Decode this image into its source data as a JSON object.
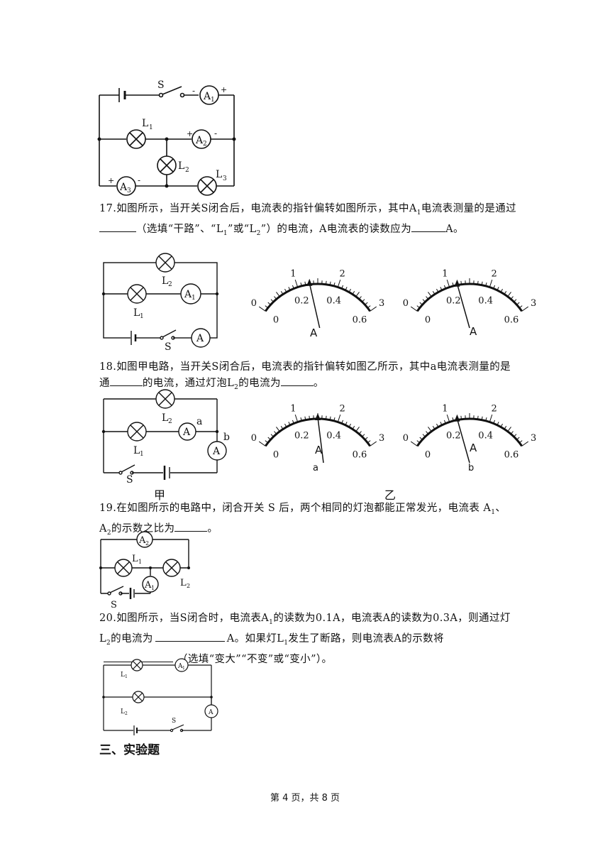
{
  "circuit_top": {
    "switch": "S",
    "a1": "A",
    "a1_sub": "1",
    "a2": "A",
    "a2_sub": "2",
    "a3": "A",
    "a3_sub": "3",
    "l1": "L",
    "l1_sub": "1",
    "l2": "L",
    "l2_sub": "2",
    "l3": "L",
    "l3_sub": "3",
    "plus": "+",
    "minus": "-"
  },
  "q17": {
    "number": "17.",
    "text_a": "如图所示，当开关S闭合后，电流表的指针偏转如图所示，其中A",
    "sub1": "1",
    "text_b": "电流表测量的是通过",
    "text_c": "（选填“干路”、“L",
    "sub2": "1",
    "text_d": "”或“L",
    "sub3": "2",
    "text_e": "”）的电流，A电流表的读数应为",
    "text_f": "A。",
    "circuit": {
      "l2": "L",
      "l2_sub": "2",
      "l1": "L",
      "l1_sub": "1",
      "a1": "A",
      "a1_sub": "1",
      "a": "A",
      "s": "S"
    }
  },
  "q18": {
    "number": "18.",
    "text_a": "如图甲电路，当开关S闭合后，电流表的指针偏转如图乙所示，其中a电流表测量的是通",
    "text_b": "的电流，通过灯泡L",
    "sub1": "2",
    "text_c": "的电流为",
    "text_d": "。",
    "circuit": {
      "l2": "L",
      "l2_sub": "2",
      "l1": "L",
      "l1_sub": "1",
      "a": "A",
      "label_a": "a",
      "label_b": "b",
      "s": "S"
    },
    "fig_jia": "甲",
    "fig_yi": "乙",
    "meter_a": "a",
    "meter_b": "b"
  },
  "meter": {
    "top": [
      "0",
      "1",
      "2",
      "3"
    ],
    "bottom": [
      "0",
      "0.2",
      "0.4",
      "0.6"
    ],
    "needle": "A"
  },
  "q19": {
    "number": "19.",
    "text_a": "在如图所示的电路中，闭合开关 S 后，两个相同的灯泡都能正常发光，电流表 A",
    "sub1": "1",
    "text_b": "、A",
    "sub2": "2",
    "text_c": "的示数之比为",
    "text_d": "。",
    "circuit": {
      "a2": "A",
      "a2_sub": "2",
      "l1": "L",
      "l1_sub": "1",
      "l2": "L",
      "l2_sub": "2",
      "a1": "A",
      "a1_sub": "1",
      "s": "S"
    }
  },
  "q20": {
    "number": "20.",
    "text_a": "如图所示，当S闭合时，电流表A",
    "sub1": "1",
    "text_b": "的读数为0.1A，电流表A的读数为0.3A，则通过灯L",
    "sub2": "2",
    "text_c": "的电流为",
    "text_d": "A。如果灯L",
    "sub3": "1",
    "text_e": "发生了断路，则电流表A的示数将",
    "text_f": "（选填“变大”“不变”或“变小”）。",
    "circuit": {
      "l1": "L",
      "l1_sub": "1",
      "l2": "L",
      "l2_sub": "2",
      "a1": "A",
      "a1_sub": "1",
      "a": "A",
      "s": "S"
    }
  },
  "section": "三、实验题",
  "footer": "第 4 页，共 8 页"
}
